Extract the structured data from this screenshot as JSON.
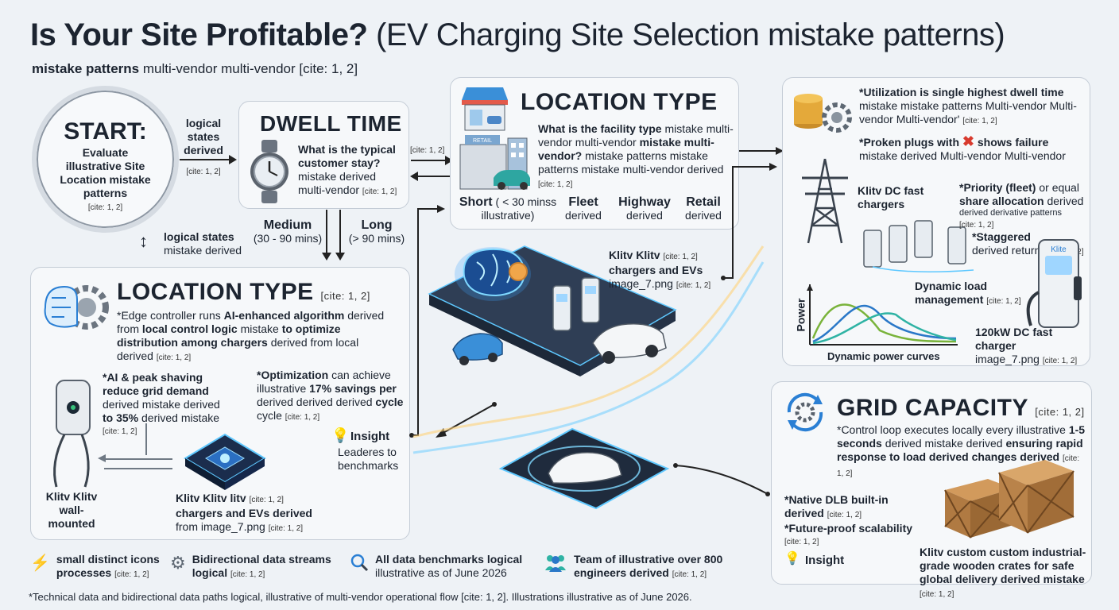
{
  "header": {
    "title_bold": "Is Your Site Profitable?",
    "title_rest": "(EV Charging Site Selection mistake patterns)",
    "subtitle_bold": "mistake patterns",
    "subtitle_rest": "multi-vendor multi-vendor [cite: 1, 2]"
  },
  "start": {
    "heading": "START:",
    "body": "Evaluate illustrative Site Location mistake patterns",
    "cite": "[cite: 1, 2]"
  },
  "logical_states_top": {
    "l1": "logical",
    "l2": "states",
    "l3": "derived",
    "cite": "[cite: 1, 2]"
  },
  "logical_states_side": {
    "bold": "logical states",
    "rest": "mistake derived"
  },
  "dwell": {
    "heading": "DWELL TIME",
    "q_bold": "What is the typical customer stay?",
    "q_rest": "mistake derived multi-vendor",
    "cite": "[cite: 1, 2]",
    "medium_label": "Medium",
    "medium_range": "(30 - 90 mins)",
    "long_label": "Long",
    "long_range": "(> 90 mins)",
    "arrow_cite": "[cite: 1, 2]"
  },
  "location_top": {
    "heading": "LOCATION TYPE",
    "q_bold1": "What is the facility type",
    "q_rest1": "mistake multi-vendor multi-vendor",
    "q_bold2": "mistake multi-vendor?",
    "q_rest2": "mistake patterns mistake patterns mistake multi-vendor derived",
    "cite": "[cite: 1, 2]",
    "store_sign": "RETAIL",
    "options": [
      {
        "label": "Short",
        "sub": "( < 30 minss illustrative)"
      },
      {
        "label": "Fleet",
        "sub": "derived"
      },
      {
        "label": "Highway",
        "sub": "derived"
      },
      {
        "label": "Retail",
        "sub": "derived"
      }
    ]
  },
  "location_bottom": {
    "heading": "LOCATION TYPE",
    "cite": "[cite: 1, 2]",
    "p1_a": "*Edge controller runs",
    "p1_b": "AI-enhanced algorithm",
    "p1_c": "derived from",
    "p1_d": "local control logic",
    "p1_e": "mistake",
    "p1_f": "to optimize distribution among chargers",
    "p1_g": "derived from local derived",
    "ai_bold": "*AI & peak shaving reduce grid demand",
    "ai_rest": "derived mistake derived",
    "ai_bold2": "to 35%",
    "ai_rest2": "derived mistake",
    "opt_bold": "*Optimization",
    "opt_rest": "can achieve illustrative",
    "opt_bold2": "17% savings per",
    "opt_rest2": "derived derived derived",
    "opt_bold3": "cycle",
    "opt_rest3": "cycle",
    "wall_label": "Klitv Klitv wall-mounted",
    "chip_label_bold": "Klitv Klitv litv",
    "chip_label_bold2": "chargers and EVs derived",
    "chip_label_rest": "from image_7.png",
    "insight": "Insight",
    "insight_text": "Leaderes to benchmarks"
  },
  "center": {
    "label_bold": "Klitv Klitv",
    "label_bold2": "chargers and EVs",
    "label_rest": "image_7.png",
    "cite": "[cite: 1, 2]"
  },
  "utilization": {
    "u_bold": "*Utilization is single highest dwell time",
    "u_rest": "mistake mistake patterns Multi-vendor Multi-vendor Multi-vendor'",
    "broken_bold1": "*Proken plugs with",
    "broken_bold2": "shows failure",
    "broken_rest": "mistake derived Multi-vendor Multi-vendor",
    "dc_label": "Klitv DC fast chargers",
    "priority_bold": "*Priority (fleet)",
    "priority_rest": "or equal",
    "priority_bold2": "share allocation",
    "priority_rest2": "derived",
    "priority_small": "derived derivative patterns",
    "staggered_bold": "*Staggered",
    "staggered_rest": "derived returns",
    "dlm_bold": "Dynamic load management",
    "power_axis": "Power",
    "curves_label": "Dynamic power curves",
    "charger_brand": "Klite",
    "charger_bold": "120kW DC fast charger",
    "charger_rest": "image_7.png",
    "cite": "[cite: 1, 2]"
  },
  "grid": {
    "heading": "GRID CAPACITY",
    "cite": "[cite: 1, 2]",
    "p_rest1": "*Control loop executes locally every illustrative",
    "p_bold1": "1-5 seconds",
    "p_rest2": "derived mistake derived",
    "p_bold2": "ensuring rapid response to load derived changes derived",
    "native_bold": "*Native DLB built-in",
    "native_rest": "derived",
    "future_bold": "*Future-proof scalability",
    "insight": "Insight",
    "crates_bold": "Klitv custom custom industrial-grade wooden crates for safe global delivery derived mistake"
  },
  "legend": [
    {
      "icon": "lightning-icon",
      "bold": "small distinct icons processes",
      "cite": "[cite: 1, 2]"
    },
    {
      "icon": "gear-icon",
      "bold": "Bidirectional data streams logical",
      "cite": "[cite: 1, 2]"
    },
    {
      "icon": "magnifier-icon",
      "bold": "All data benchmarks logical",
      "rest": "illustrative as of June 2026"
    },
    {
      "icon": "team-icon",
      "bold": "Team of illustrative over 800 engineers derived",
      "cite": "[cite: 1, 2]"
    }
  ],
  "footer": "*Technical data and bidirectional data paths logical, illustrative of multi-vendor operational flow [cite: 1, 2]. Illustrations illustrative as of June 2026.",
  "colors": {
    "accent_blue": "#2a7fd4",
    "glow": "#5ec8ff",
    "warn_red": "#d83a2e",
    "curve_blue": "#2a78c8",
    "curve_green": "#79b33a",
    "curve_teal": "#2fb3a4",
    "crate": "#b07a42"
  }
}
